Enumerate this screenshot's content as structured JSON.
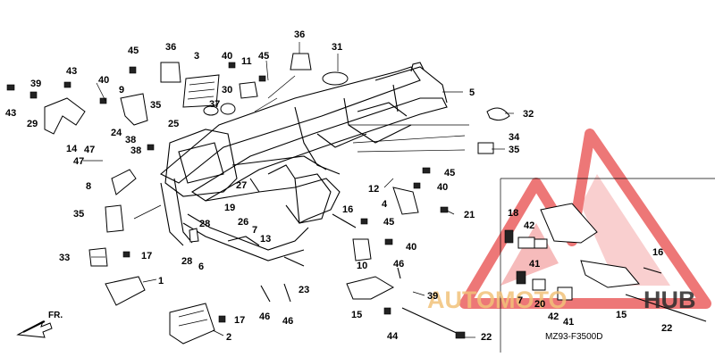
{
  "diagram": {
    "code": "MZ93-F3500D",
    "front_label": "FR.",
    "watermark": {
      "text_a": "AUTOMOTO",
      "text_b": "HUB",
      "color_a": "#f2c27a",
      "color_b": "#2b2b2b",
      "logo_color": "#e84a4a"
    },
    "callouts": [
      {
        "label": "43"
      },
      {
        "label": "39"
      },
      {
        "label": "43"
      },
      {
        "label": "29"
      },
      {
        "label": "40"
      },
      {
        "label": "14"
      },
      {
        "label": "47"
      },
      {
        "label": "47"
      },
      {
        "label": "9"
      },
      {
        "label": "45"
      },
      {
        "label": "24"
      },
      {
        "label": "38"
      },
      {
        "label": "38"
      },
      {
        "label": "8"
      },
      {
        "label": "35"
      },
      {
        "label": "36"
      },
      {
        "label": "3"
      },
      {
        "label": "35"
      },
      {
        "label": "25"
      },
      {
        "label": "40"
      },
      {
        "label": "11"
      },
      {
        "label": "45"
      },
      {
        "label": "30"
      },
      {
        "label": "37"
      },
      {
        "label": "36"
      },
      {
        "label": "31"
      },
      {
        "label": "5"
      },
      {
        "label": "32"
      },
      {
        "label": "34"
      },
      {
        "label": "35"
      },
      {
        "label": "45"
      },
      {
        "label": "12"
      },
      {
        "label": "40"
      },
      {
        "label": "4"
      },
      {
        "label": "21"
      },
      {
        "label": "27"
      },
      {
        "label": "19"
      },
      {
        "label": "26"
      },
      {
        "label": "7"
      },
      {
        "label": "13"
      },
      {
        "label": "16"
      },
      {
        "label": "45"
      },
      {
        "label": "28"
      },
      {
        "label": "28"
      },
      {
        "label": "6"
      },
      {
        "label": "33"
      },
      {
        "label": "17"
      },
      {
        "label": "1"
      },
      {
        "label": "40"
      },
      {
        "label": "10"
      },
      {
        "label": "46"
      },
      {
        "label": "23"
      },
      {
        "label": "46"
      },
      {
        "label": "46"
      },
      {
        "label": "39"
      },
      {
        "label": "15"
      },
      {
        "label": "44"
      },
      {
        "label": "22"
      },
      {
        "label": "17"
      },
      {
        "label": "2"
      },
      {
        "label": "18"
      },
      {
        "label": "42"
      },
      {
        "label": "41"
      },
      {
        "label": "16"
      },
      {
        "label": "7"
      },
      {
        "label": "20"
      },
      {
        "label": "42"
      },
      {
        "label": "41"
      },
      {
        "label": "15"
      },
      {
        "label": "22"
      }
    ]
  }
}
